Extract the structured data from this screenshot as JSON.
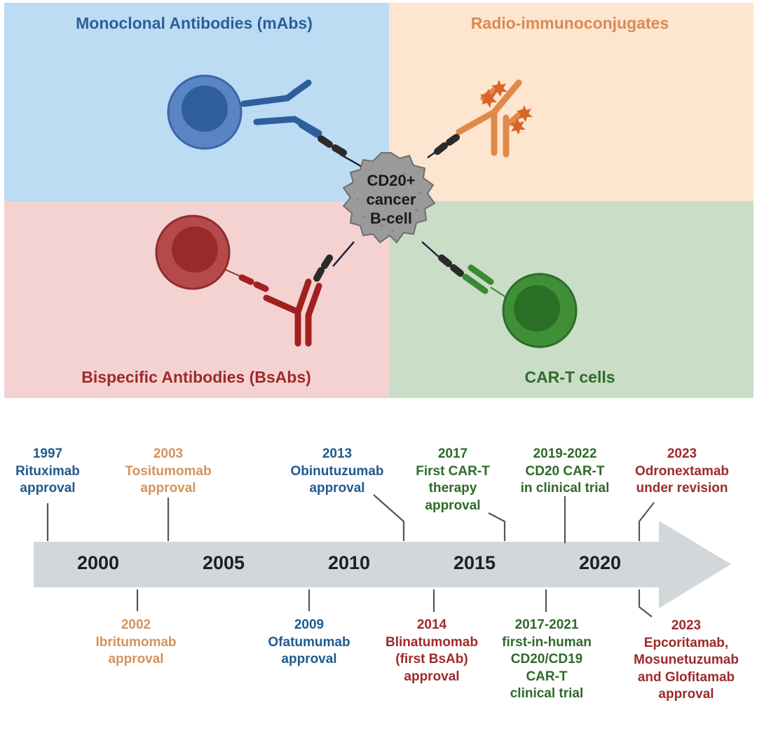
{
  "quadrants": {
    "mab": "Monoclonal Antibodies (mAbs)",
    "radio": "Radio-immunoconjugates",
    "bsab": "Bispecific Antibodies (BsAbs)",
    "cart": "CAR-T cells"
  },
  "center_cell": {
    "line1": "CD20+",
    "line2": "cancer",
    "line3": "B-cell"
  },
  "timeline": {
    "years": [
      "2000",
      "2005",
      "2010",
      "2015",
      "2020"
    ],
    "events_above": [
      {
        "year": "1997",
        "lines": [
          "Rituximab",
          "approval"
        ]
      },
      {
        "year": "2003",
        "lines": [
          "Tositumomab",
          "approval"
        ]
      },
      {
        "year": "2013",
        "lines": [
          "Obinutuzumab",
          "approval"
        ]
      },
      {
        "year": "2017",
        "lines": [
          "First CAR-T",
          "therapy",
          "approval"
        ]
      },
      {
        "year": "2019-2022",
        "lines": [
          "CD20 CAR-T",
          "in clinical trial"
        ]
      },
      {
        "year": "2023",
        "lines": [
          "Odronextamab",
          "under revision"
        ]
      }
    ],
    "events_below": [
      {
        "year": "2002",
        "lines": [
          "Ibritumomab",
          "approval"
        ]
      },
      {
        "year": "2009",
        "lines": [
          "Ofatumumab",
          "approval"
        ]
      },
      {
        "year": "2014",
        "lines": [
          "Blinatumomab",
          "(first BsAb)",
          "approval"
        ]
      },
      {
        "year": "2017-2021",
        "lines": [
          "first-in-human",
          "CD20/CD19",
          "CAR-T",
          "clinical trial"
        ]
      },
      {
        "year": "2023",
        "lines": [
          "Epcoritamab,",
          "Mosunetuzumab",
          "and Glofitamab",
          "approval"
        ]
      }
    ]
  },
  "colors": {
    "mab": "#2c5f9a",
    "radio": "#d98a52",
    "bsab": "#9e2a2b",
    "cart": "#2f6b2a",
    "arrow": "#d3d7da"
  }
}
